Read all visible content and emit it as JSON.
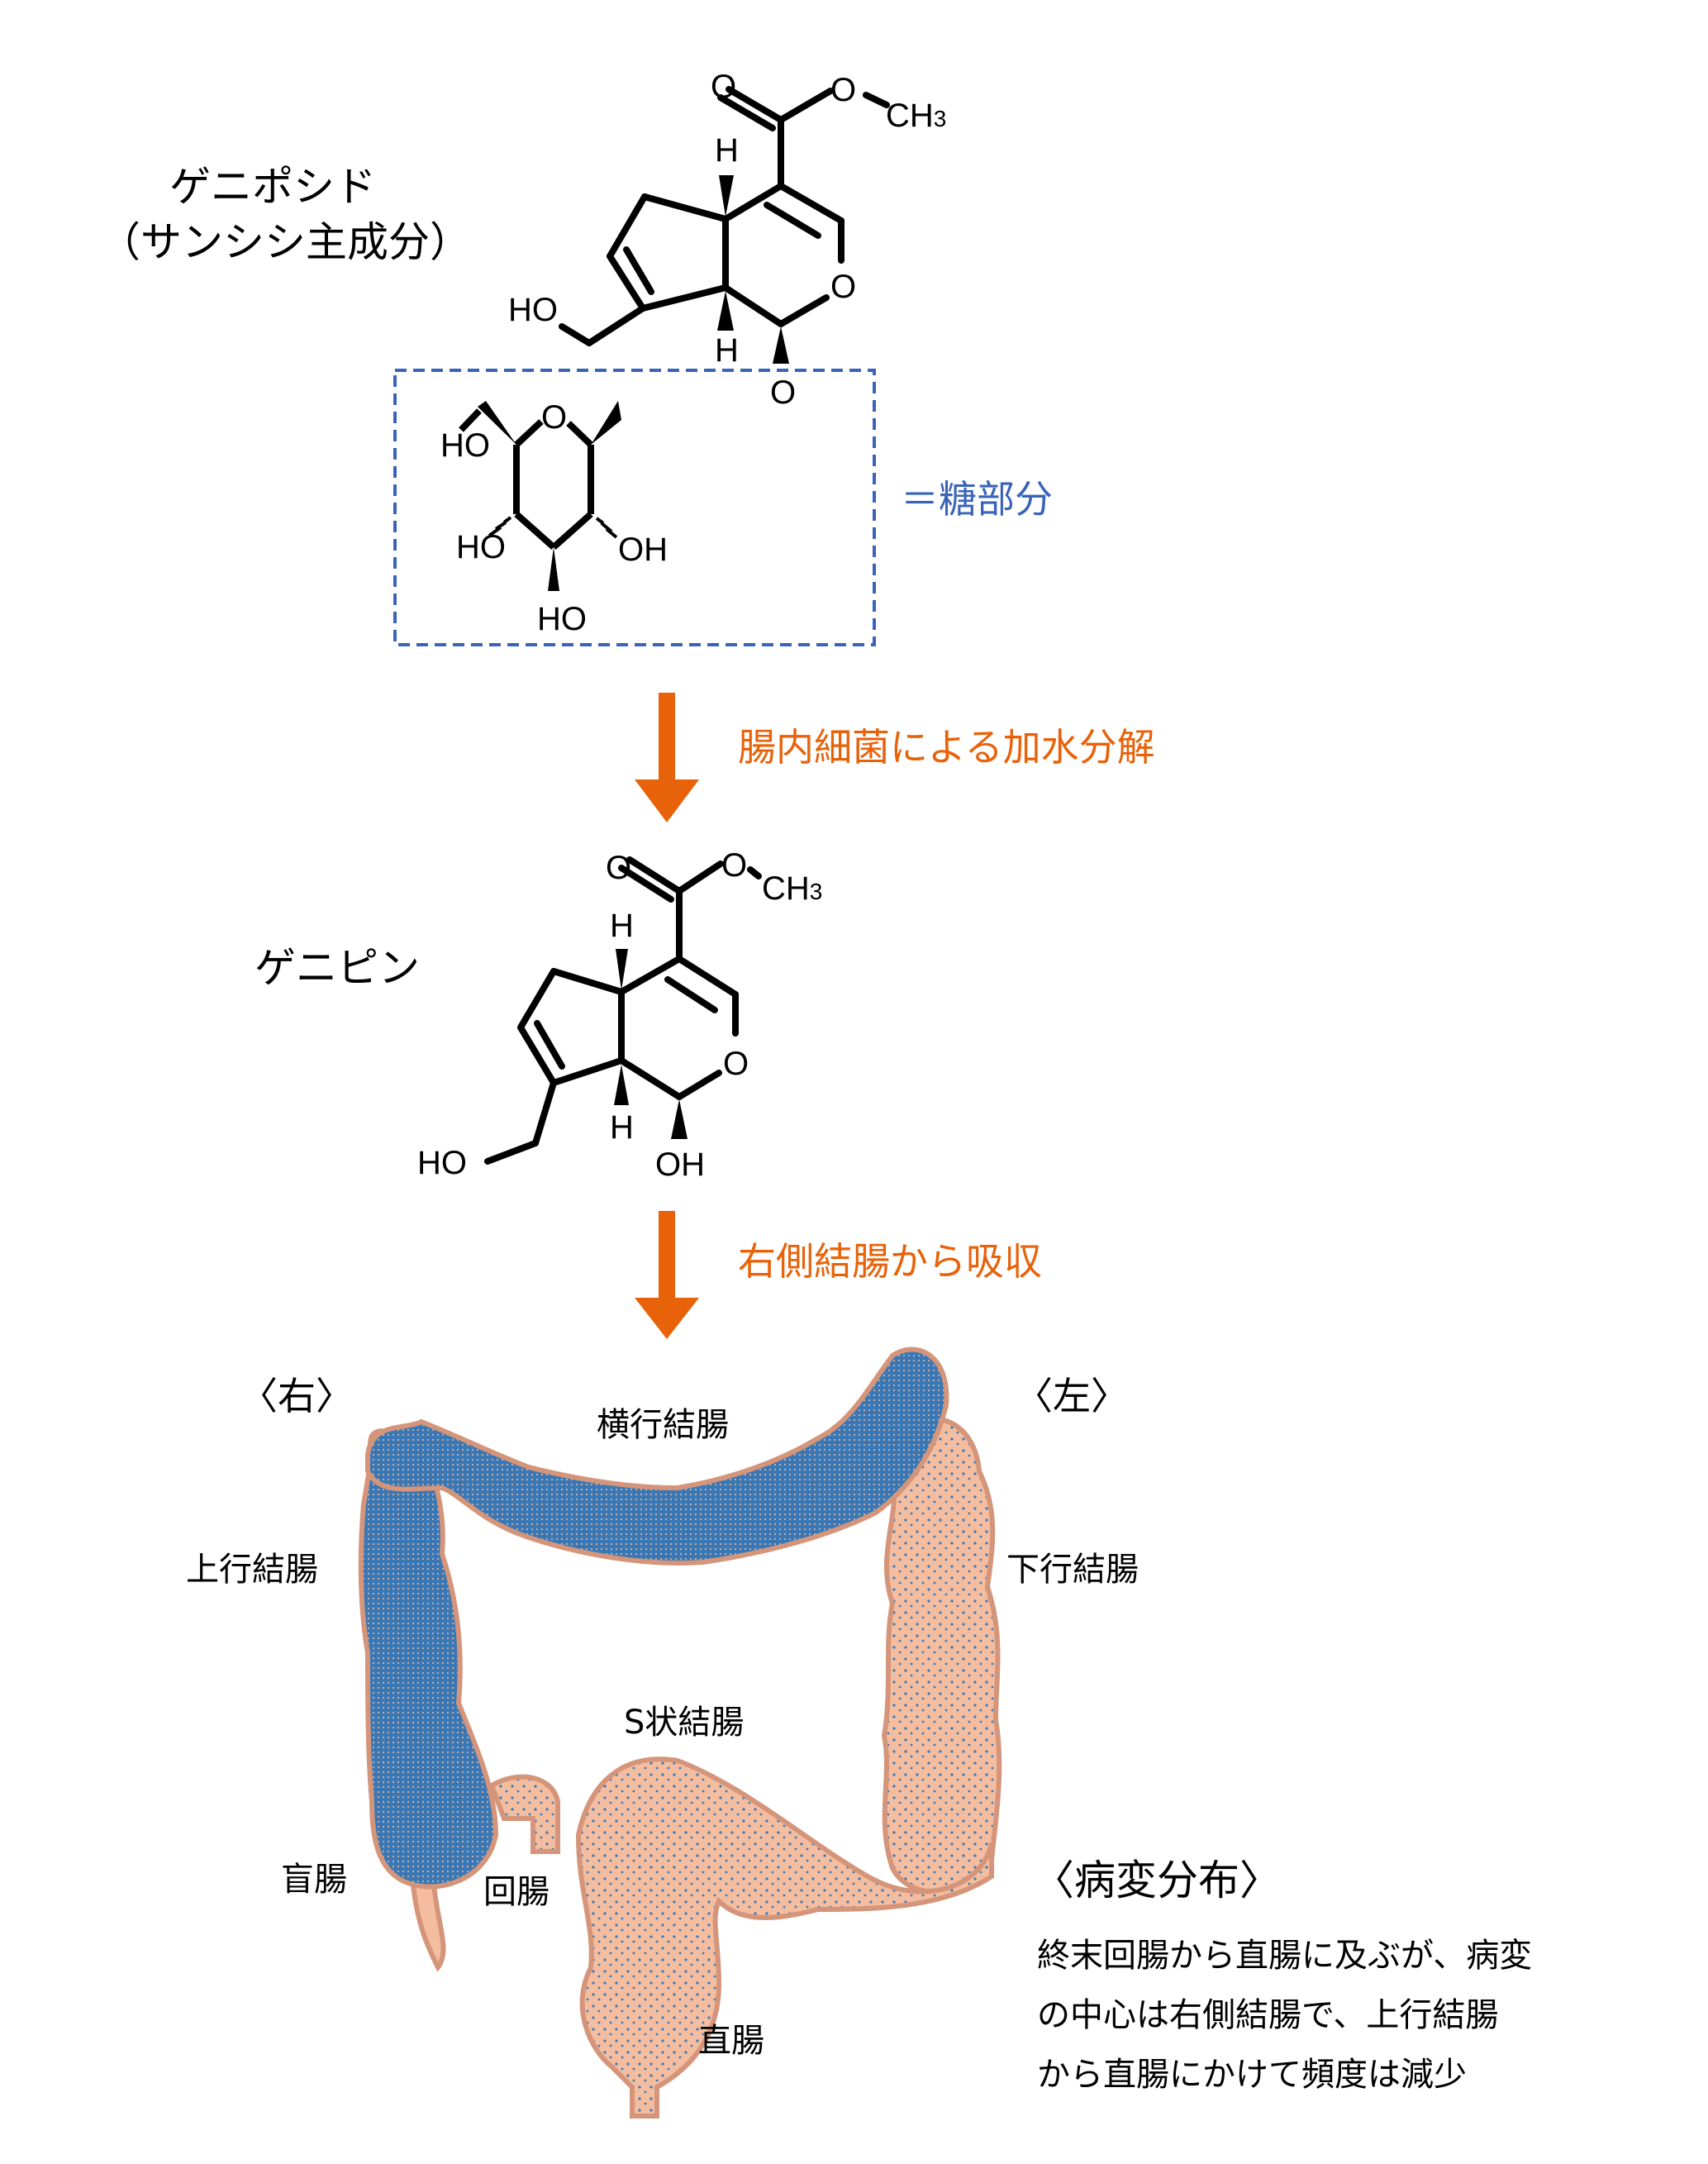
{
  "geniposide": {
    "name": "ゲニポシド",
    "subtitle": "（サンシシ主成分）",
    "atoms": {
      "o_carbonyl": "O",
      "o_ester": "O",
      "ch3": "CH",
      "ch3_sub": "3",
      "h_top": "H",
      "h_bottom": "H",
      "o_ring": "O",
      "ho": "HO",
      "o_glyco": "O"
    }
  },
  "sugar": {
    "label": "＝糖部分",
    "atoms": {
      "ho_ch2": "HO",
      "o_ring": "O",
      "ho_left": "HO",
      "oh_right": "OH",
      "ho_bottom": "HO"
    },
    "box_color": "#3a64b8"
  },
  "step1": {
    "label": "腸内細菌による加水分解",
    "color": "#e8620a"
  },
  "genipin": {
    "name": "ゲニピン",
    "atoms": {
      "o_carbonyl": "O",
      "o_ester": "O",
      "ch3": "CH",
      "ch3_sub": "3",
      "h_top": "H",
      "h_bottom": "H",
      "o_ring": "O",
      "ho": "HO",
      "oh": "OH"
    }
  },
  "step2": {
    "label": "右側結腸から吸収",
    "color": "#e8620a"
  },
  "colon": {
    "right_label": "〈右〉",
    "left_label": "〈左〉",
    "parts": {
      "transverse": "横行結腸",
      "ascending": "上行結腸",
      "descending": "下行結腸",
      "sigmoid": "S状結腸",
      "cecum": "盲腸",
      "ileum": "回腸",
      "rectum": "直腸"
    },
    "colors": {
      "tissue": "#f4bda0",
      "outline": "#d4957a",
      "lesion": "#3a78b5"
    }
  },
  "distribution": {
    "title": "〈病変分布〉",
    "lines": [
      "終末回腸から直腸に及ぶが、病変",
      "の中心は右側結腸で、上行結腸",
      "から直腸にかけて頻度は減少"
    ]
  }
}
